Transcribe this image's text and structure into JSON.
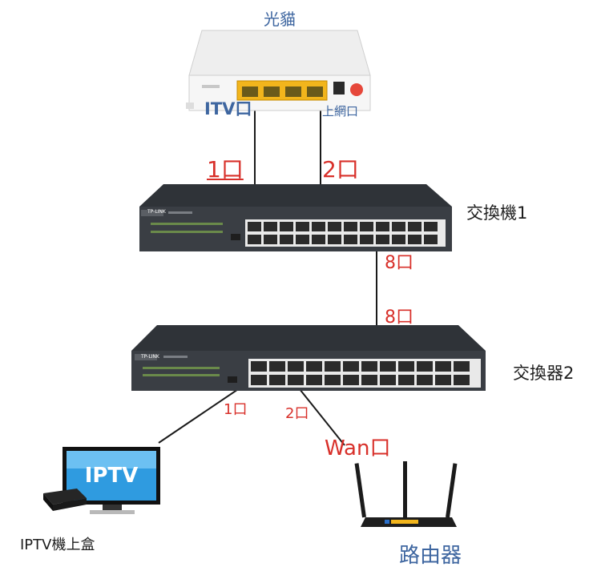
{
  "modem": {
    "title": "光貓",
    "itv_port_label": "ITV口",
    "uplink_port_label": "上網口"
  },
  "switch1": {
    "name": "交換機1",
    "port1_label": "1口",
    "port2_label": "2口",
    "port8_label": "8口",
    "brand": "TP-LINK"
  },
  "switch2": {
    "name": "交換器2",
    "port8_label": "8口",
    "port1_label": "1口",
    "port2_label": "2口",
    "brand": "TP-LINK"
  },
  "router": {
    "wan_label": "Wan口",
    "name": "路由器"
  },
  "iptv": {
    "screen_text": "IPTV",
    "name": "IPTV機上盒"
  },
  "colors": {
    "port_label_red": "#d8302a",
    "blue_label": "#3e66a0",
    "switch_body": "#3a3e44",
    "modem_port_yellow": "#f2b51c",
    "tv_screen": "#2f9be0"
  }
}
